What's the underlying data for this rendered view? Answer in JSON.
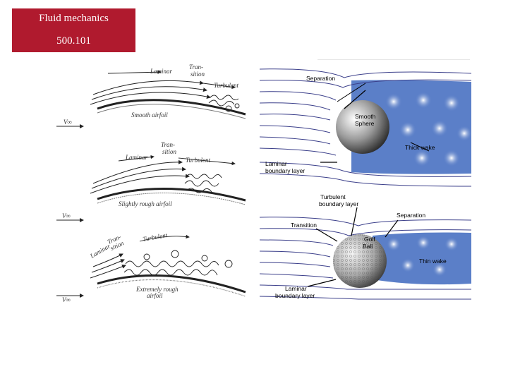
{
  "header": {
    "course_title": "Fluid mechanics",
    "course_code": "500.101",
    "colors": {
      "box": "#b01a2e",
      "text": "#ffffff"
    }
  },
  "left_diagram": {
    "smooth": {
      "laminar": "Laminar",
      "transition": [
        "Tran-",
        "sition"
      ],
      "turbulent": "Turbulent",
      "airfoil": "Smooth airfoil",
      "velocity": "V∞"
    },
    "slight": {
      "laminar": "Laminar",
      "transition": [
        "Tran-",
        "sition"
      ],
      "turbulent": "Turbulent",
      "airfoil": "Slightly rough airfoil",
      "velocity": "V∞"
    },
    "extreme": {
      "laminar": "Laminar",
      "transition": [
        "Tran-",
        "sition"
      ],
      "turbulent": "Turbulent",
      "airfoil": [
        "Extremely rough",
        "airfoil"
      ],
      "velocity": "V∞"
    }
  },
  "right_diagram": {
    "top": {
      "separation": "Separation",
      "sphere": [
        "Smooth",
        "Sphere"
      ],
      "wake": "Thick wake",
      "boundary": [
        "Laminar",
        "boundary layer"
      ]
    },
    "bottom": {
      "turbulent_bl": [
        "Turbulent",
        "boundary layer"
      ],
      "separation": "Separation",
      "transition": "Transition",
      "ball": [
        "Golf",
        "Ball"
      ],
      "wake": "Thin wake",
      "boundary": [
        "Laminar",
        "boundary layer"
      ]
    },
    "colors": {
      "wake": "#5b7fc8",
      "wake_light": "#dfe8f8",
      "streamline": "#3b3f8a"
    }
  }
}
